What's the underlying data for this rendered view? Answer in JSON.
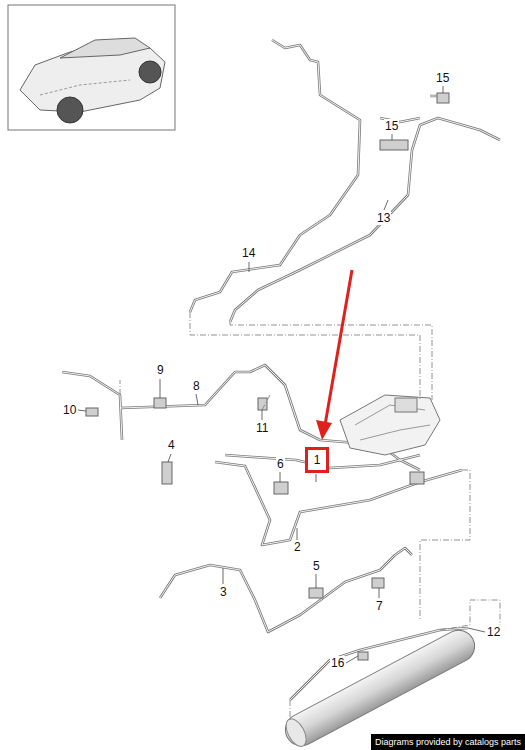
{
  "diagram": {
    "nodes": [
      {
        "text": [
          "1"
        ]
      }
    ],
    "labels": [
      "15",
      "15",
      "13",
      "14",
      "9",
      "8",
      "10",
      "4",
      "11",
      "6",
      "2",
      "3",
      "5",
      "7",
      "12",
      "16",
      "Diagrams provided by catalogs parts"
    ]
  }
}
